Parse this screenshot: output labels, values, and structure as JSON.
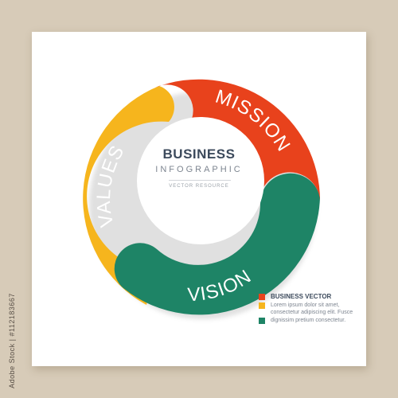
{
  "colors": {
    "background": "#d7cbb8",
    "mission": "#e8421c",
    "values": "#f6b51d",
    "vision": "#1e8466",
    "title": "#3c4a5c"
  },
  "diagram": {
    "segments": [
      {
        "label": "MISSION",
        "color": "#e8421c"
      },
      {
        "label": "VISION",
        "color": "#1e8466"
      },
      {
        "label": "VALUES",
        "color": "#f6b51d"
      }
    ],
    "center": {
      "title": "BUSINESS",
      "subtitle": "INFOGRAPHIC",
      "tagline": "VECTOR RESOURCE"
    }
  },
  "legend": {
    "items": [
      {
        "color": "#e8421c",
        "text": "BUSINESS VECTOR"
      },
      {
        "color": "#f6b51d",
        "text": "Lorem ipsum dolor sit amet,"
      },
      {
        "color": "#1e8466",
        "text": "dignissim pretium consectetur."
      }
    ],
    "extra_line": "consectetur adipiscing elit. Fusce"
  },
  "stock_id": "Adobe Stock | #112183667"
}
